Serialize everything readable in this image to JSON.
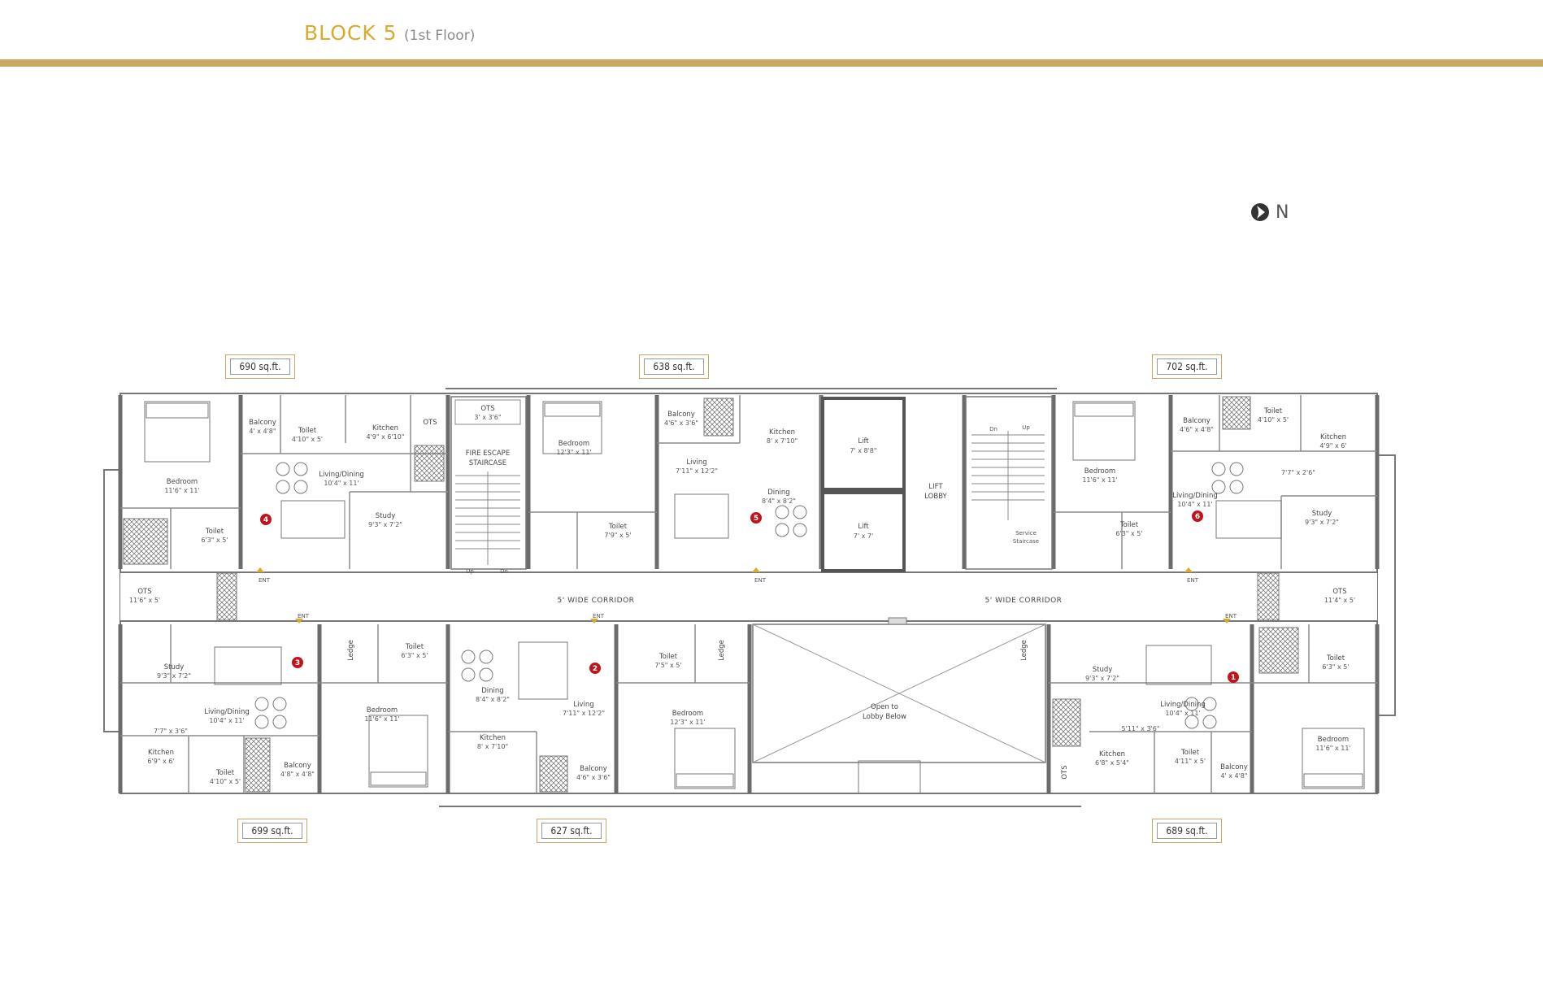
{
  "header": {
    "block": "BLOCK 5",
    "floor": "(1st Floor)"
  },
  "compass": {
    "label": "N"
  },
  "areas": {
    "a1": "690 sq.ft.",
    "a2": "638 sq.ft.",
    "a3": "702 sq.ft.",
    "a4": "699 sq.ft.",
    "a5": "627 sq.ft.",
    "a6": "689 sq.ft."
  },
  "corridor": {
    "left": "5' WIDE CORRIDOR",
    "right": "5' WIDE CORRIDOR"
  },
  "core": {
    "fire_stair": [
      "FIRE ESCAPE",
      "STAIRCASE"
    ],
    "ots_top": [
      "OTS",
      "3' x 3'6\""
    ],
    "up": "Up",
    "dn": "Dn",
    "lift1": [
      "Lift",
      "7' x 8'8\""
    ],
    "lift2": [
      "Lift",
      "7' x 7'"
    ],
    "lift_lobby": [
      "LIFT",
      "LOBBY"
    ],
    "service_stair": [
      "Service",
      "Staircase"
    ],
    "open_lobby": [
      "Open to",
      "Lobby Below"
    ]
  },
  "units": [
    {
      "num": "4",
      "rooms": [
        [
          "Balcony",
          "4' x 4'8\""
        ],
        [
          "Toilet",
          "4'10\" x 5'"
        ],
        [
          "Kitchen",
          "4'9\" x 6'10\""
        ],
        [
          "OTS",
          ""
        ],
        [
          "Bedroom",
          "11'6\" x 11'"
        ],
        [
          "Living/Dining",
          "10'4\" x 11'"
        ],
        [
          "Study",
          "9'3\" x 7'2\""
        ],
        [
          "Toilet",
          "6'3\" x 5'"
        ]
      ]
    },
    {
      "num": "5",
      "rooms": [
        [
          "Bedroom",
          "12'3\" x 11'"
        ],
        [
          "Balcony",
          "4'6\" x 3'6\""
        ],
        [
          "Kitchen",
          "8' x 7'10\""
        ],
        [
          "Living",
          "7'11\" x 12'2\""
        ],
        [
          "Dining",
          "8'4\" x 8'2\""
        ],
        [
          "Toilet",
          "7'9\" x 5'"
        ]
      ]
    },
    {
      "num": "6",
      "rooms": [
        [
          "Bedroom",
          "11'6\" x 11'"
        ],
        [
          "Balcony",
          "4'6\" x 4'8\""
        ],
        [
          "Toilet",
          "4'10\" x 5'"
        ],
        [
          "Kitchen",
          "4'9\" x 6'"
        ],
        [
          "Living/Dining",
          "10'4\" x 11'"
        ],
        [
          "Study",
          "9'3\" x 7'2\""
        ],
        [
          "Toilet",
          "6'3\" x 5'"
        ],
        [
          "",
          "7'7\" x 2'6\""
        ]
      ]
    },
    {
      "num": "3",
      "rooms": [
        [
          "OTS",
          "11'6\" x 5'"
        ],
        [
          "Study",
          "9'3\" x 7'2\""
        ],
        [
          "Living/Dining",
          "10'4\" x 11'"
        ],
        [
          "",
          "7'7\" x 3'6\""
        ],
        [
          "Kitchen",
          "6'9\" x 6'"
        ],
        [
          "Toilet",
          "4'10\" x 5'"
        ],
        [
          "Balcony",
          "4'8\" x 4'8\""
        ],
        [
          "Toilet",
          "6'3\" x 5'"
        ],
        [
          "Bedroom",
          "11'6\" x 11'"
        ],
        [
          "Ledge",
          ""
        ]
      ]
    },
    {
      "num": "2",
      "rooms": [
        [
          "Dining",
          "8'4\" x 8'2\""
        ],
        [
          "Living",
          "7'11\" x 12'2\""
        ],
        [
          "Kitchen",
          "8' x 7'10\""
        ],
        [
          "Balcony",
          "4'6\" x 3'6\""
        ],
        [
          "Toilet",
          "7'5\" x 5'"
        ],
        [
          "Bedroom",
          "12'3\" x 11'"
        ],
        [
          "Ledge",
          ""
        ]
      ]
    },
    {
      "num": "1",
      "rooms": [
        [
          "OTS",
          "11'4\" x 5'"
        ],
        [
          "Study",
          "9'3\" x 7'2\""
        ],
        [
          "Living/Dining",
          "10'4\" x 11'"
        ],
        [
          "",
          "5'11\" x 3'6\""
        ],
        [
          "Kitchen",
          "6'8\" x 5'4\""
        ],
        [
          "Toilet",
          "4'11\" x 5'"
        ],
        [
          "Balcony",
          "4' x 4'8\""
        ],
        [
          "Toilet",
          "6'3\" x 5'"
        ],
        [
          "Bedroom",
          "11'6\" x 11'"
        ],
        [
          "Ledge",
          ""
        ],
        [
          "OTS",
          ""
        ]
      ]
    }
  ],
  "ent_label": "ENT",
  "colors": {
    "accent": "#d8ac2b",
    "rule": "#c9a864",
    "wall": "#777777",
    "unit_marker": "#c0141c"
  }
}
